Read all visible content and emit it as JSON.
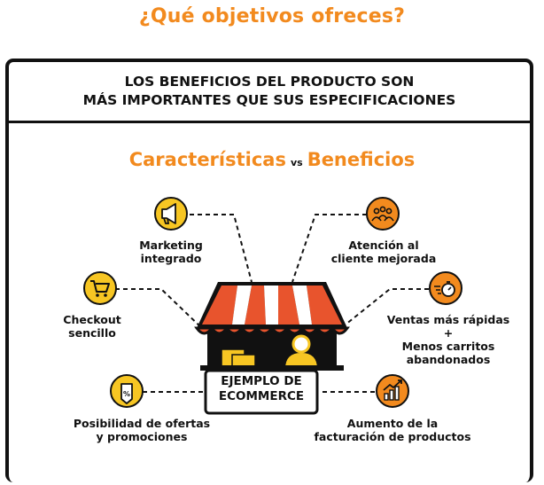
{
  "title": "¿Qué objetivos ofreces?",
  "subtitle": {
    "line1": "LOS BENEFICIOS DEL PRODUCTO SON",
    "line2": "MÁS IMPORTANTES QUE SUS ESPECIFICACIONES"
  },
  "comparison": {
    "left": "Características",
    "vs": "vs",
    "right": "Beneficios"
  },
  "center_sign": {
    "line1": "EJEMPLO DE",
    "line2": "ECOMMERCE"
  },
  "features": [
    {
      "lines": [
        "Marketing",
        "integrado"
      ],
      "icon": "megaphone-icon"
    },
    {
      "lines": [
        "Checkout",
        "sencillo"
      ],
      "icon": "cart-icon"
    },
    {
      "lines": [
        "Posibilidad de ofertas",
        "y promociones"
      ],
      "icon": "price-tag-icon"
    }
  ],
  "benefits": [
    {
      "lines": [
        "Atención al",
        "cliente mejorada"
      ],
      "icon": "people-icon"
    },
    {
      "lines": [
        "Ventas más rápidas",
        "+",
        "Menos carritos",
        "abandonados"
      ],
      "icon": "fast-stopwatch-icon"
    },
    {
      "lines": [
        "Aumento de la",
        "facturación de productos"
      ],
      "icon": "growth-chart-icon"
    }
  ],
  "colors": {
    "orange": "#f28a1e",
    "yellow": "#f7c623",
    "awning_red": "#e8542d",
    "dark": "#111111"
  }
}
